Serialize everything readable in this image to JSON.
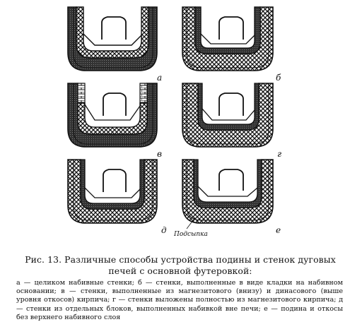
{
  "figure": {
    "panels": [
      {
        "id": "a",
        "label": "а",
        "variant": "rammed"
      },
      {
        "id": "b",
        "label": "б",
        "variant": "brick-on-rammed"
      },
      {
        "id": "v",
        "label": "в",
        "variant": "magnesite-dinas"
      },
      {
        "id": "g",
        "label": "г",
        "variant": "full-magnesite"
      },
      {
        "id": "d",
        "label": "д",
        "variant": "blocks"
      },
      {
        "id": "e",
        "label": "е",
        "variant": "no-top-layer"
      }
    ],
    "annotation": "Подсыпка"
  },
  "caption": {
    "title_line1": "Рис. 13. Различные способы устройства подины и стенок дуговых",
    "title_line2": "печей с основной футеровкой:",
    "legend": "а — целиком набивные стенки; б — стенки, выполненные в виде кладки на набивном основании; в — стенки, выполненные из магнезитового (внизу) и динасового (выше уровня откосов) кирпича; г — стенки выложены полностью из магнезитового кирпича; д — стенки из отдельных блоков, выполненных набивкой вне печи; е — подина и откосы без верхнего набивного слоя"
  },
  "colors": {
    "ink": "#111111",
    "paper": "#ffffff"
  }
}
